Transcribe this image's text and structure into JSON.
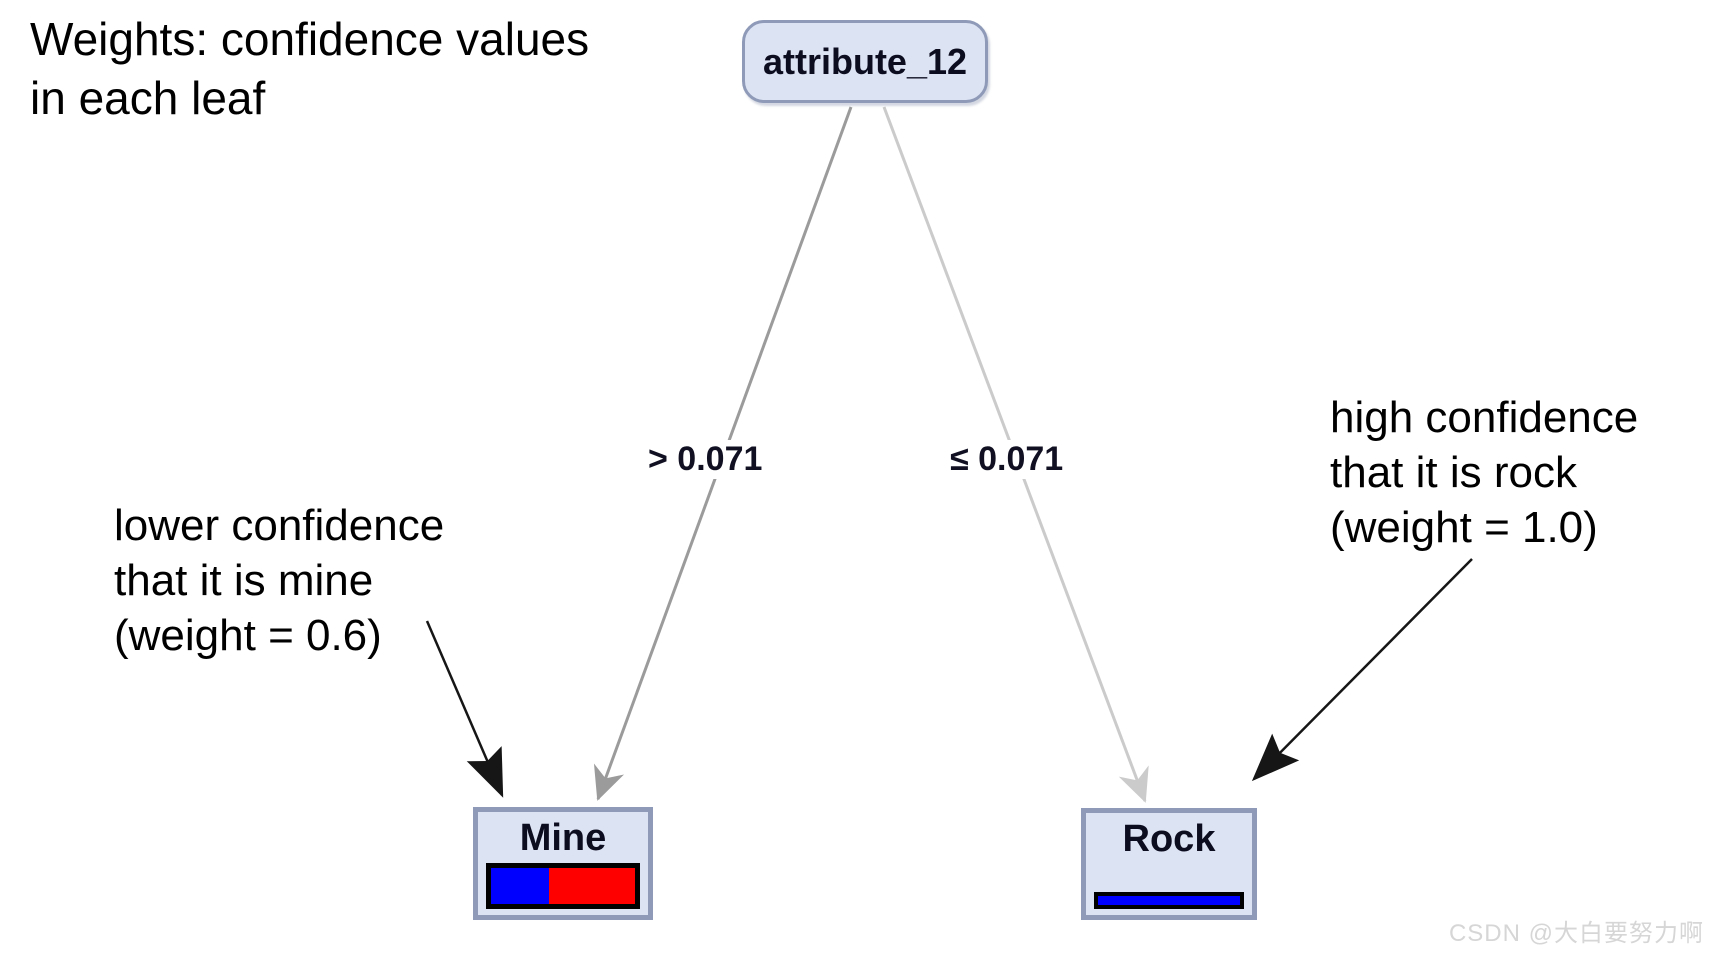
{
  "heading": {
    "text": "Weights: confidence values\nin each leaf"
  },
  "tree": {
    "root": {
      "label": "attribute_12"
    },
    "branches": [
      {
        "condition": "> 0.071",
        "leaf": "Mine"
      },
      {
        "condition": "≤ 0.071",
        "leaf": "Rock"
      }
    ],
    "leaves": [
      {
        "label": "Mine",
        "weight_shown_in_annotation": "0.6",
        "bar_segments": [
          {
            "color": "#0000ff",
            "fraction": 0.4
          },
          {
            "color": "#ff0000",
            "fraction": 0.6
          }
        ]
      },
      {
        "label": "Rock",
        "weight_shown_in_annotation": "1.0",
        "bar_segments": [
          {
            "color": "#0000ff",
            "fraction": 1.0
          }
        ]
      }
    ]
  },
  "annotations": [
    {
      "text": "lower confidence\nthat it is mine\n(weight = 0.6)",
      "target": "Mine"
    },
    {
      "text": "high confidence\nthat it is rock\n(weight = 1.0)",
      "target": "Rock"
    }
  ],
  "watermark": "CSDN @大白要努力啊",
  "colors": {
    "node_fill": "#dce3f3",
    "node_border": "#8e9ab8",
    "edge_left": "#9b9b9b",
    "edge_right": "#cbcbcb",
    "annotation_arrow": "#161616",
    "bar_border": "#000000",
    "bar_blue": "#0000ff",
    "bar_red": "#ff0000",
    "watermark_color": "#d6d6d6"
  }
}
